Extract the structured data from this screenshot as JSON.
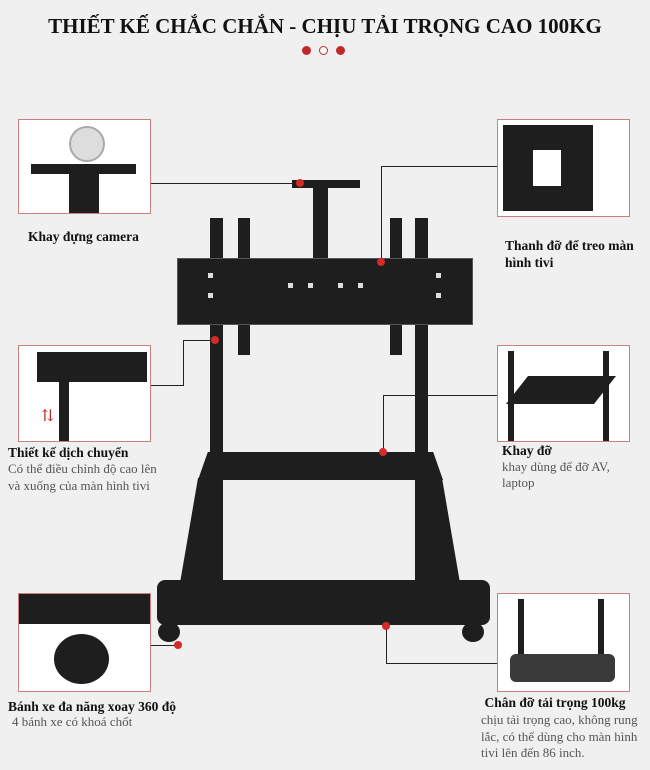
{
  "title": "THIẾT KẾ CHẮC CHẮN - CHỊU TẢI TRỌNG CAO 100KG",
  "carousel": {
    "active_index": 1,
    "count": 3
  },
  "colors": {
    "accent": "#d42a2a",
    "border": "#c98080",
    "background": "#f0f0f0"
  },
  "features": [
    {
      "title": "Khay đựng camera"
    },
    {
      "title_lines": [
        "Thanh đỡ để treo màn",
        "hình tivi"
      ]
    },
    {
      "title": "Thiết kế dịch chuyển",
      "desc_lines": [
        "Có thể điều chỉnh độ cao lên",
        "và xuống của màn hình tivi"
      ]
    },
    {
      "title": "Khay đỡ",
      "desc_lines": [
        "khay dùng để đỡ AV,",
        "laptop"
      ]
    },
    {
      "title": "Bánh xe đa năng xoay 360 độ",
      "desc": "4 bánh xe có khoá chốt"
    },
    {
      "title": "Chân đỡ tải trọng 100kg",
      "desc_lines": [
        "chịu tải trọng cao, không rung",
        "lắc, có thể dùng cho màn hình",
        "tivi lên đến 86 inch."
      ]
    }
  ]
}
